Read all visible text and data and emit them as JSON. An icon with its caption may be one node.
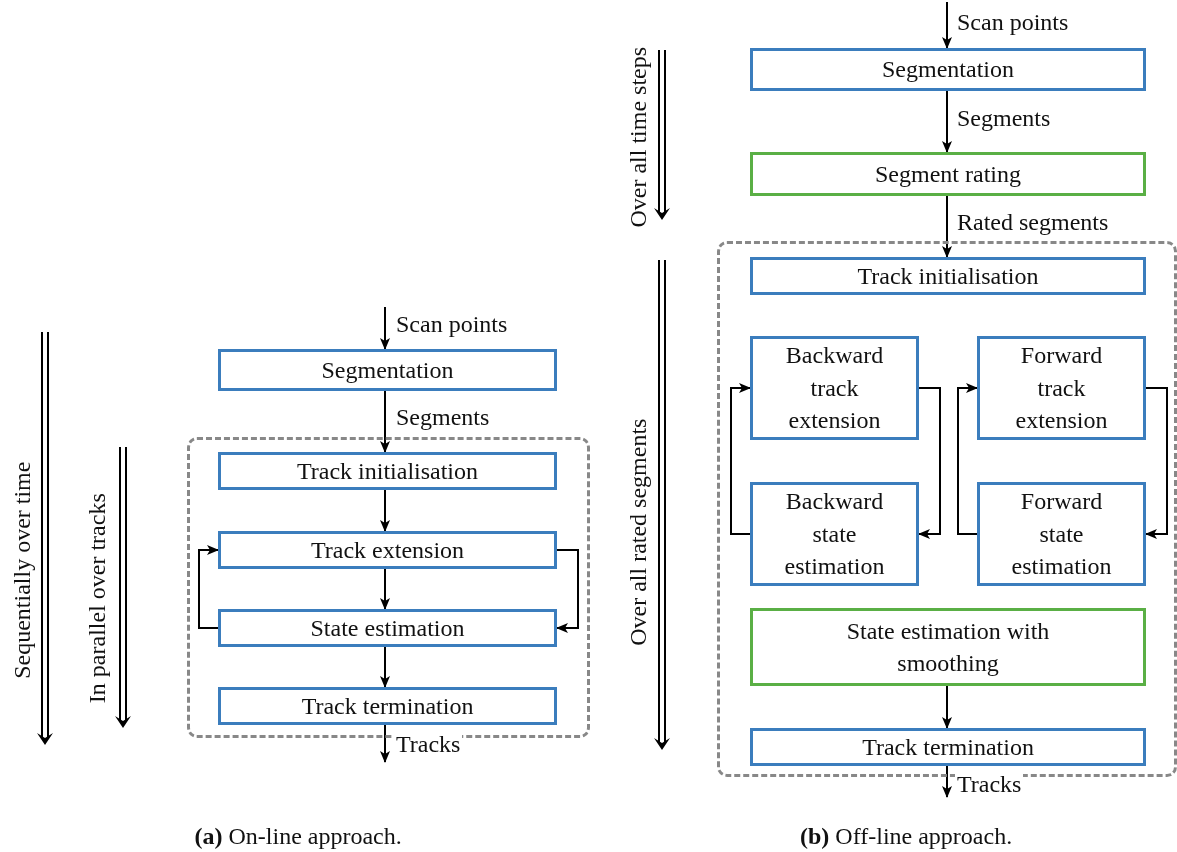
{
  "diagram": {
    "nodes": [
      {
        "text": [],
        "shape": "box"
      },
      {
        "text": [
          "Segmentation"
        ]
      },
      {
        "text": [
          "Track initialisation"
        ],
        "in": 0
      },
      {
        "text": [
          "Track extension"
        ],
        "in": 0
      },
      {
        "text": [
          "State estimation"
        ],
        "in": 0
      },
      {
        "text": [
          "Track termination"
        ],
        "in": 0
      },
      {
        "text": [
          "Segmentation"
        ]
      },
      {
        "text": [
          "Segment rating"
        ]
      },
      {
        "text": [],
        "shape": "box"
      },
      {
        "text": [
          "Track initialisation"
        ],
        "in": 8
      },
      {
        "text": [
          "Backward track extension"
        ],
        "in": 8
      },
      {
        "text": [
          "Backward state estimation"
        ],
        "in": 8
      },
      {
        "text": [
          "Forward track extension"
        ],
        "in": 8
      },
      {
        "text": [
          "Forward state estimation"
        ],
        "in": 8
      },
      {
        "text": [
          "State estimation with smoothing"
        ],
        "in": 8
      },
      {
        "text": [
          "Track termination"
        ],
        "in": 8
      }
    ],
    "edges": [
      {
        "from": null,
        "to": 1,
        "arrow": "to",
        "label": "Scan points"
      },
      {
        "from": 1,
        "to": 2,
        "arrow": "to",
        "label": "Segments"
      },
      {
        "from": 2,
        "to": 3,
        "arrow": "to"
      },
      {
        "from": 3,
        "to": 4,
        "arrow": "to"
      },
      {
        "from": 3,
        "to": 4,
        "arrow": "to"
      },
      {
        "from": 4,
        "to": 3,
        "arrow": "to"
      },
      {
        "from": 4,
        "to": 5,
        "arrow": "to"
      },
      {
        "from": 5,
        "to": null,
        "arrow": "to",
        "label": "Tracks"
      },
      {
        "from": null,
        "to": 6,
        "arrow": "to",
        "label": "Scan points"
      },
      {
        "from": 6,
        "to": 7,
        "arrow": "to",
        "label": "Segments"
      },
      {
        "from": 7,
        "to": 9,
        "arrow": "to",
        "label": "Rated segments"
      },
      {
        "from": 10,
        "to": 11,
        "arrow": "to"
      },
      {
        "from": 11,
        "to": 10,
        "arrow": "to"
      },
      {
        "from": 12,
        "to": 13,
        "arrow": "to"
      },
      {
        "from": 13,
        "to": 12,
        "arrow": "to"
      },
      {
        "from": 14,
        "to": 15,
        "arrow": "to"
      },
      {
        "from": 15,
        "to": null,
        "arrow": "to",
        "label": "Tracks"
      }
    ],
    "labels": [
      "Sequentially over time",
      "In parallel over tracks",
      "Over all time steps",
      "Over all rated segments",
      "**(a)** On-line approach.",
      "**(b)** Off-line approach."
    ]
  }
}
